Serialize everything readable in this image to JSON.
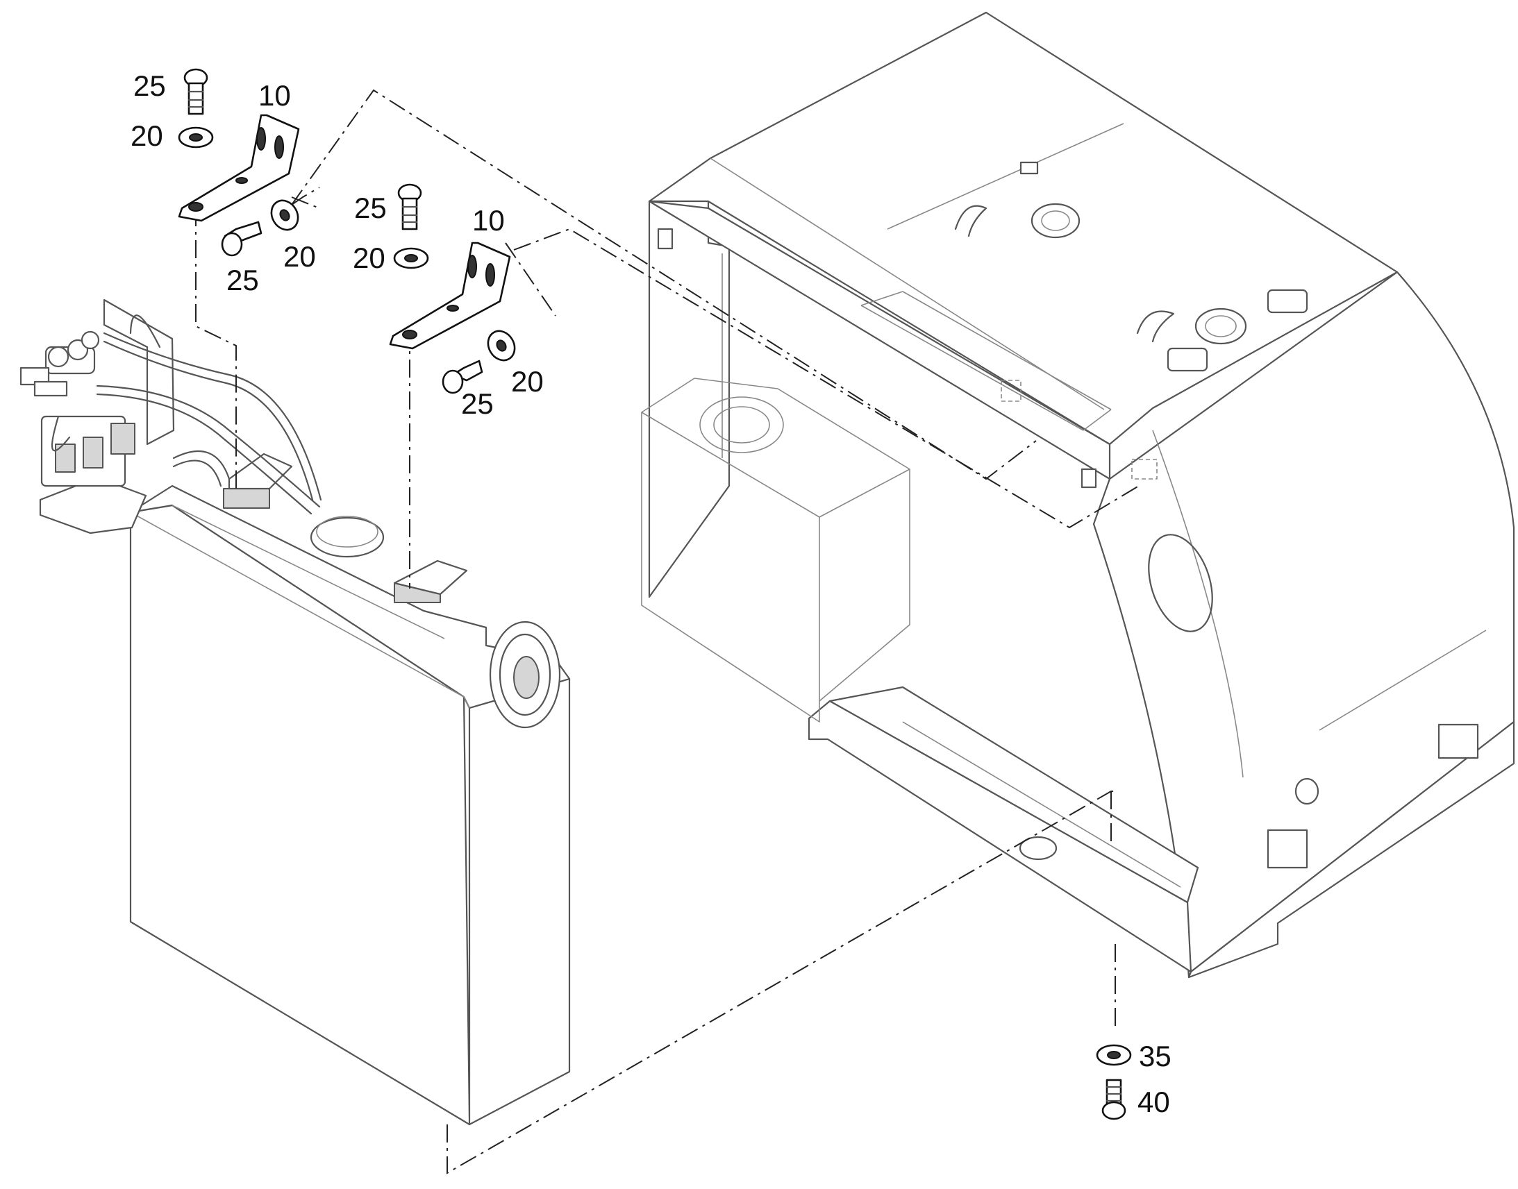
{
  "callouts": [
    {
      "id": "c1",
      "text": "25"
    },
    {
      "id": "c2",
      "text": "10"
    },
    {
      "id": "c3",
      "text": "20"
    },
    {
      "id": "c4",
      "text": "25"
    },
    {
      "id": "c5",
      "text": "20"
    },
    {
      "id": "c6",
      "text": "25"
    },
    {
      "id": "c7",
      "text": "10"
    },
    {
      "id": "c8",
      "text": "20"
    },
    {
      "id": "c9",
      "text": "25"
    },
    {
      "id": "c10",
      "text": "20"
    },
    {
      "id": "c11",
      "text": "35"
    },
    {
      "id": "c12",
      "text": "40"
    }
  ]
}
